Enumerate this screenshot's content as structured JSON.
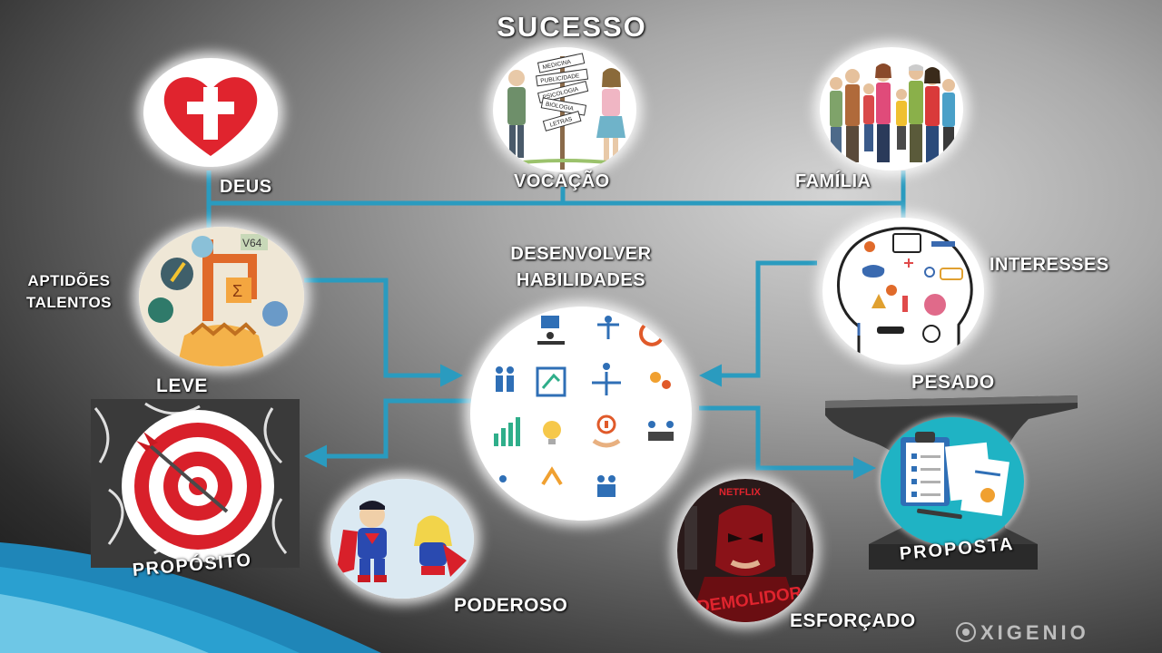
{
  "title": "SUCESSO",
  "labels": {
    "deus": "DEUS",
    "vocacao": "VOCAÇÃO",
    "familia": "FAMÍLIA",
    "aptidoes_line1": "APTIDÕES",
    "aptidoes_line2": "TALENTOS",
    "desenvolver_line1": "DESENVOLVER",
    "desenvolver_line2": "HABILIDADES",
    "interesses": "INTERESSES",
    "leve": "LEVE",
    "pesado": "PESADO",
    "proposito": "PROPÓSITO",
    "poderoso": "PODEROSO",
    "esforcado": "ESFORÇADO",
    "proposta": "PROPOSTA"
  },
  "signpost": [
    "MEDICINA",
    "PUBLICIDADE",
    "PSICOLOGIA",
    "BIOLOGIA",
    "LETRAS"
  ],
  "netflix": "NETFLIX",
  "demolidor": "DEMOLIDOR",
  "brand": "XIGENIO",
  "colors": {
    "connector": "#2a9bbf",
    "heart": "#e0242e",
    "target": "#d8202a",
    "teal": "#1fb3c4",
    "anvil": "#3a3a3a"
  }
}
